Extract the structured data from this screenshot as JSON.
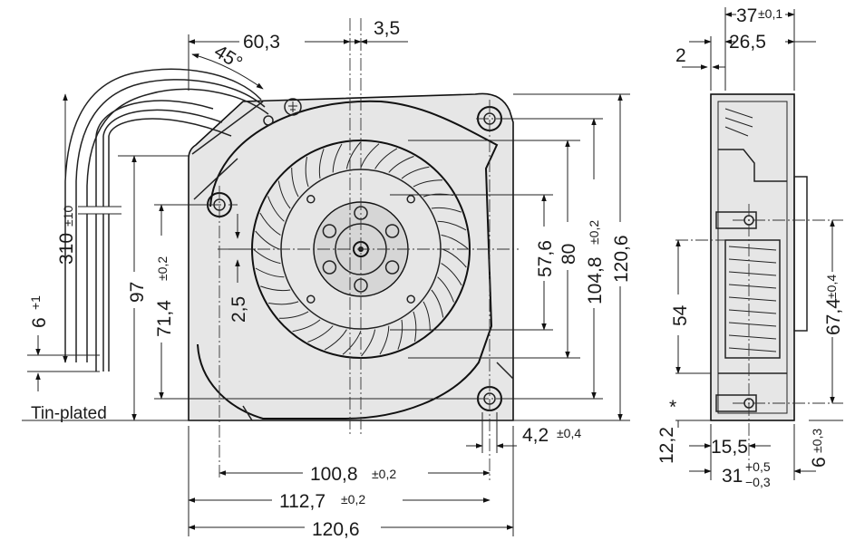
{
  "front_view": {
    "dims": {
      "width_60_3": "60,3",
      "offset_3_5": "3,5",
      "angle_45": "45°",
      "cable_310": "310",
      "cable_310_tol": "±10",
      "strip_6": "6",
      "strip_6_tol": "+1",
      "height_97": "97",
      "hole_71_4": "71,4",
      "hole_71_4_tol": "±0,2",
      "offset_2_5": "2,5",
      "hub_57_6": "57,6",
      "outlet_80": "80",
      "hole_104_8": "104,8",
      "hole_104_8_tol": "±0,2",
      "height_120_6": "120,6",
      "hole_dia_4_2": "4,2",
      "hole_dia_4_2_tol": "±0,4",
      "width_100_8": "100,8",
      "width_100_8_tol": "±0,2",
      "width_112_7": "112,7",
      "width_112_7_tol": "±0,2",
      "width_120_6": "120,6"
    },
    "tin_plated_label": "Tin-plated"
  },
  "side_view": {
    "dims": {
      "depth_37": "37",
      "depth_37_tol": "±0,1",
      "depth_2": "2",
      "depth_26_5": "26,5",
      "height_54": "54",
      "height_67_4": "67,4",
      "height_67_4_tol": "±0,4",
      "asterisk": "*",
      "base_12_2": "12,2",
      "base_15_5": "15,5",
      "base_31": "31",
      "base_31_tol_upper": "+0,5",
      "base_31_tol_lower": "−0,3",
      "base_6": "6",
      "base_6_tol": "±0,3"
    }
  },
  "colors": {
    "housing": "#e6e6e6",
    "lines": "#222222"
  }
}
